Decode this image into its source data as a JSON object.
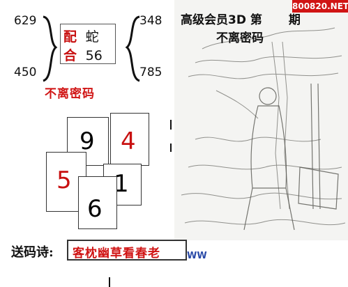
{
  "numbers": {
    "top_left": "629",
    "bottom_left": "450",
    "top_right": "348",
    "bottom_right": "785"
  },
  "pair": {
    "line1_char": "配",
    "line1_value": "蛇",
    "line2_char": "合",
    "line2_value": "56"
  },
  "subtitle": "不离密码",
  "header": {
    "line1": "高级会员3D 第",
    "line1_suffix": "期",
    "line2": "不离密码",
    "site_tag": "800820.NET"
  },
  "cards": [
    {
      "label": "9",
      "color": "#111111"
    },
    {
      "label": "4",
      "color": "#c81010"
    },
    {
      "label": "5",
      "color": "#c81010"
    },
    {
      "label": "1",
      "color": "#111111"
    },
    {
      "label": "6",
      "color": "#111111"
    }
  ],
  "poem": {
    "label": "送码诗:",
    "text": "客枕幽草看春老",
    "suffix": "WW"
  },
  "colors": {
    "accent_red": "#c81010",
    "tag_red": "#d01414",
    "link_blue": "#2a4aa8"
  }
}
